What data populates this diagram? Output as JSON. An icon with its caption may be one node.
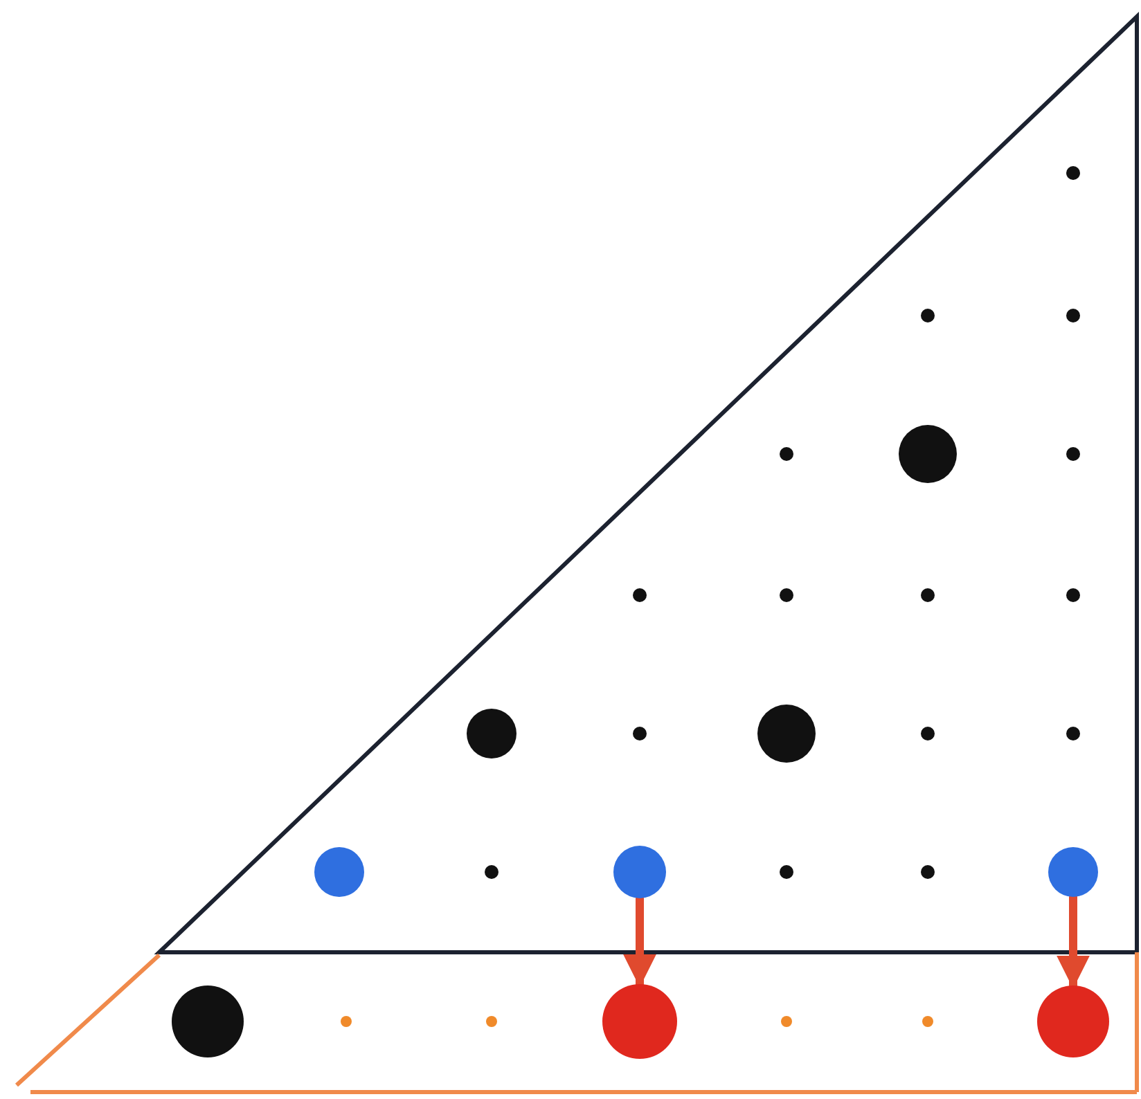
{
  "diagram": {
    "nodes": [
      {
        "text": [],
        "shape": "circle"
      },
      {
        "text": [],
        "shape": "circle"
      },
      {
        "text": [],
        "shape": "circle"
      },
      {
        "text": [],
        "shape": "circle"
      },
      {
        "text": [],
        "shape": "circle"
      }
    ],
    "edges": [
      {
        "from": 1,
        "to": 3,
        "arrow": "to"
      },
      {
        "from": 2,
        "to": 4,
        "arrow": "to"
      }
    ]
  }
}
